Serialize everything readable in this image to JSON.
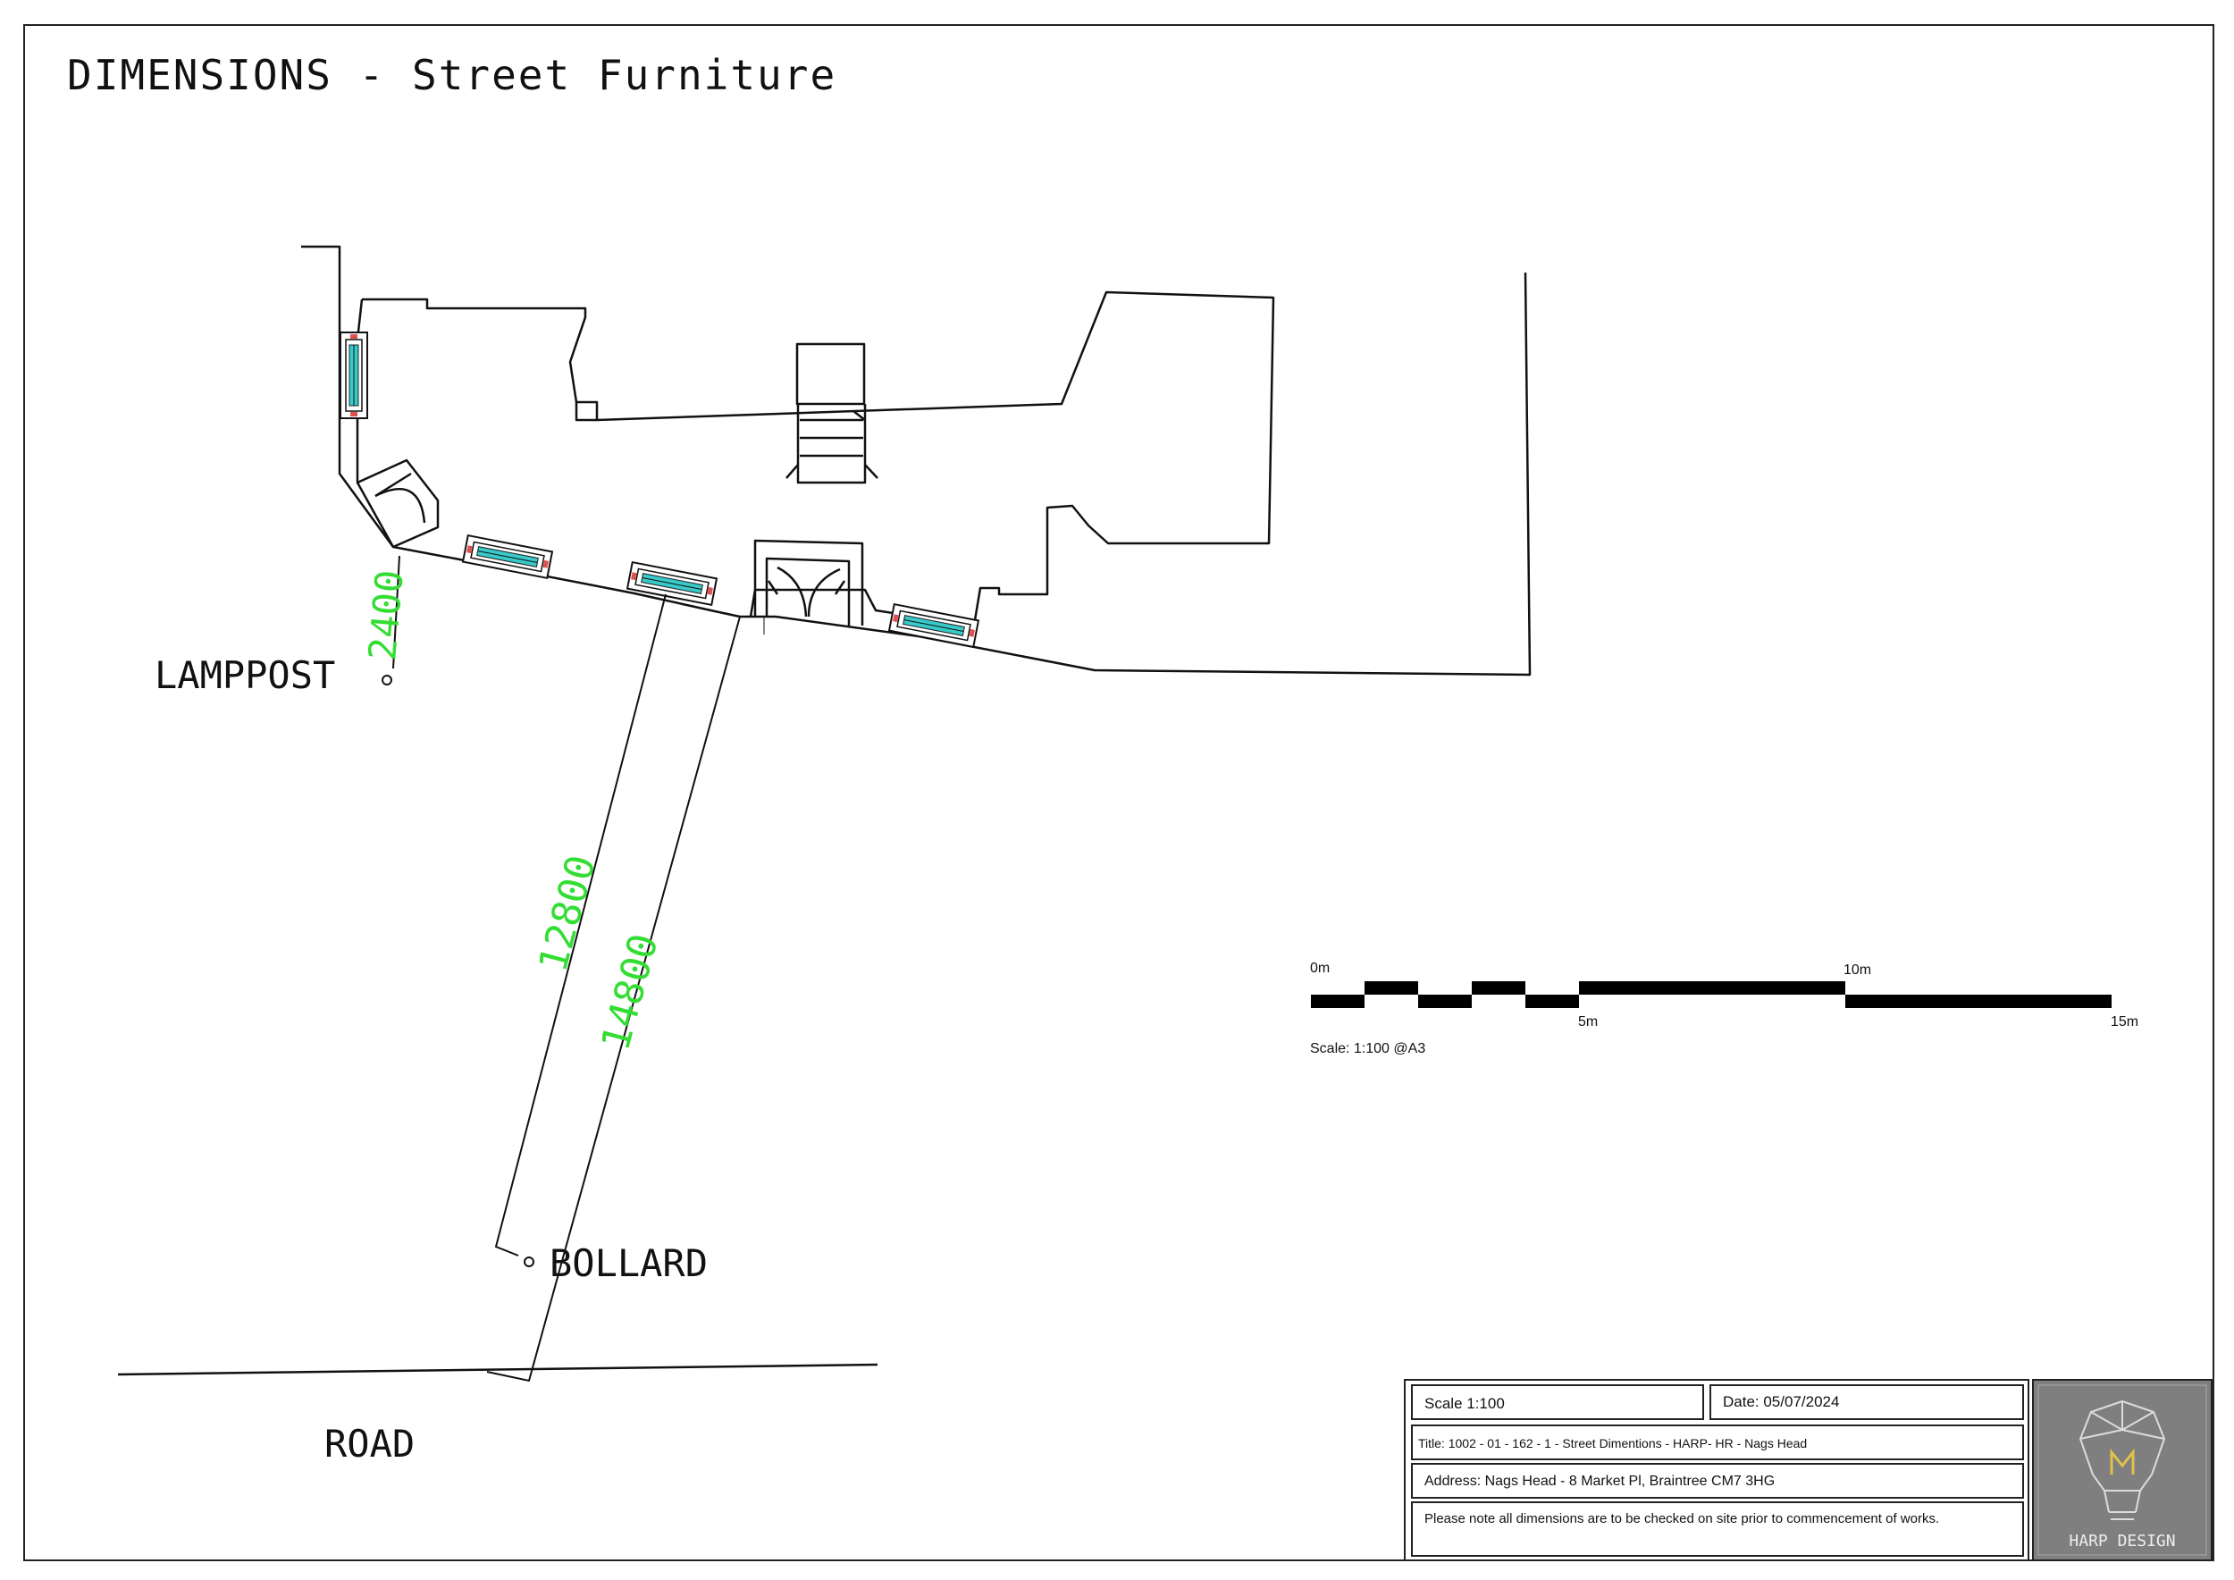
{
  "title": "DIMENSIONS - Street Furniture",
  "labels": {
    "lamppost": "LAMPPOST",
    "bollard": "BOLLARD",
    "road": "ROAD"
  },
  "dimensions": {
    "lamppost": "2400",
    "inner": "12800",
    "outer": "14800"
  },
  "scale_bar": {
    "tick_0": "0m",
    "tick_5": "5m",
    "tick_10": "10m",
    "tick_15": "15m",
    "note": "Scale: 1:100 @A3"
  },
  "title_block": {
    "scale": "Scale 1:100",
    "date": "Date: 05/07/2024",
    "title": "Title: 1002 - 01 - 162 - 1 - Street Dimentions - HARP- HR - Nags Head",
    "address": "Address: Nags Head - 8 Market Pl, Braintree CM7 3HG",
    "note": "Please note all dimensions are to be checked on site prior to commencement of works.",
    "logo_text": "HARP DESIGN"
  },
  "colors": {
    "dimension": "#33dd33",
    "line": "#111111",
    "logo_bg": "#808080",
    "window_glass": "#39c9c9"
  }
}
